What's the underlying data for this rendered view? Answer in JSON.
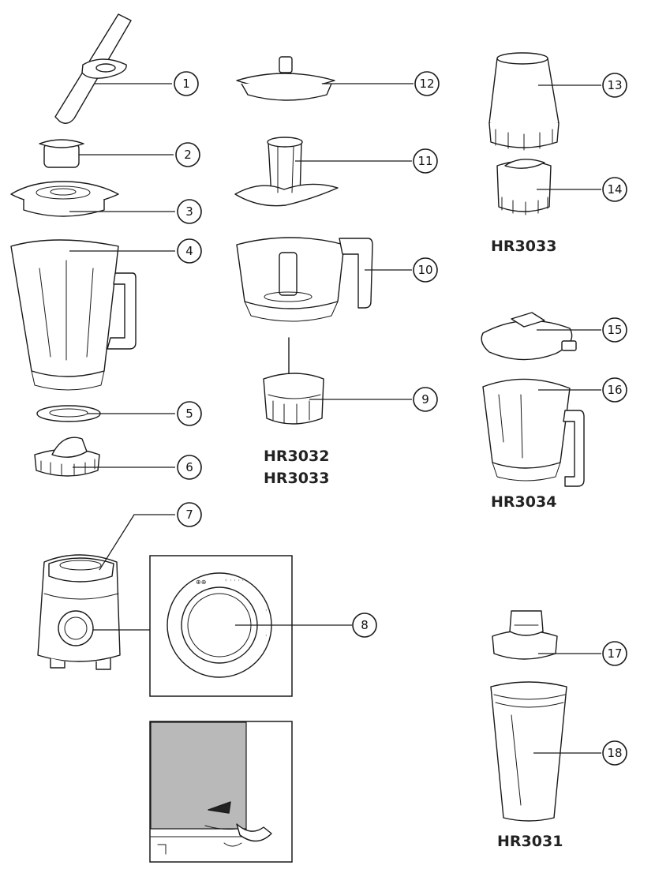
{
  "callouts": [
    {
      "id": "1",
      "label": "1"
    },
    {
      "id": "2",
      "label": "2"
    },
    {
      "id": "3",
      "label": "3"
    },
    {
      "id": "4",
      "label": "4"
    },
    {
      "id": "5",
      "label": "5"
    },
    {
      "id": "6",
      "label": "6"
    },
    {
      "id": "7",
      "label": "7"
    },
    {
      "id": "8",
      "label": "8"
    },
    {
      "id": "9",
      "label": "9"
    },
    {
      "id": "10",
      "label": "10"
    },
    {
      "id": "11",
      "label": "11"
    },
    {
      "id": "12",
      "label": "12"
    },
    {
      "id": "13",
      "label": "13"
    },
    {
      "id": "14",
      "label": "14"
    },
    {
      "id": "15",
      "label": "15"
    },
    {
      "id": "16",
      "label": "16"
    },
    {
      "id": "17",
      "label": "17"
    },
    {
      "id": "18",
      "label": "18"
    }
  ],
  "model_labels": {
    "center_1": "HR3032",
    "center_2": "HR3033",
    "top_right": "HR3033",
    "middle_right": "HR3034",
    "bottom_right": "HR3031"
  },
  "colors": {
    "line": "#1a1a1a",
    "panel_grey": "#b9b9b9"
  }
}
